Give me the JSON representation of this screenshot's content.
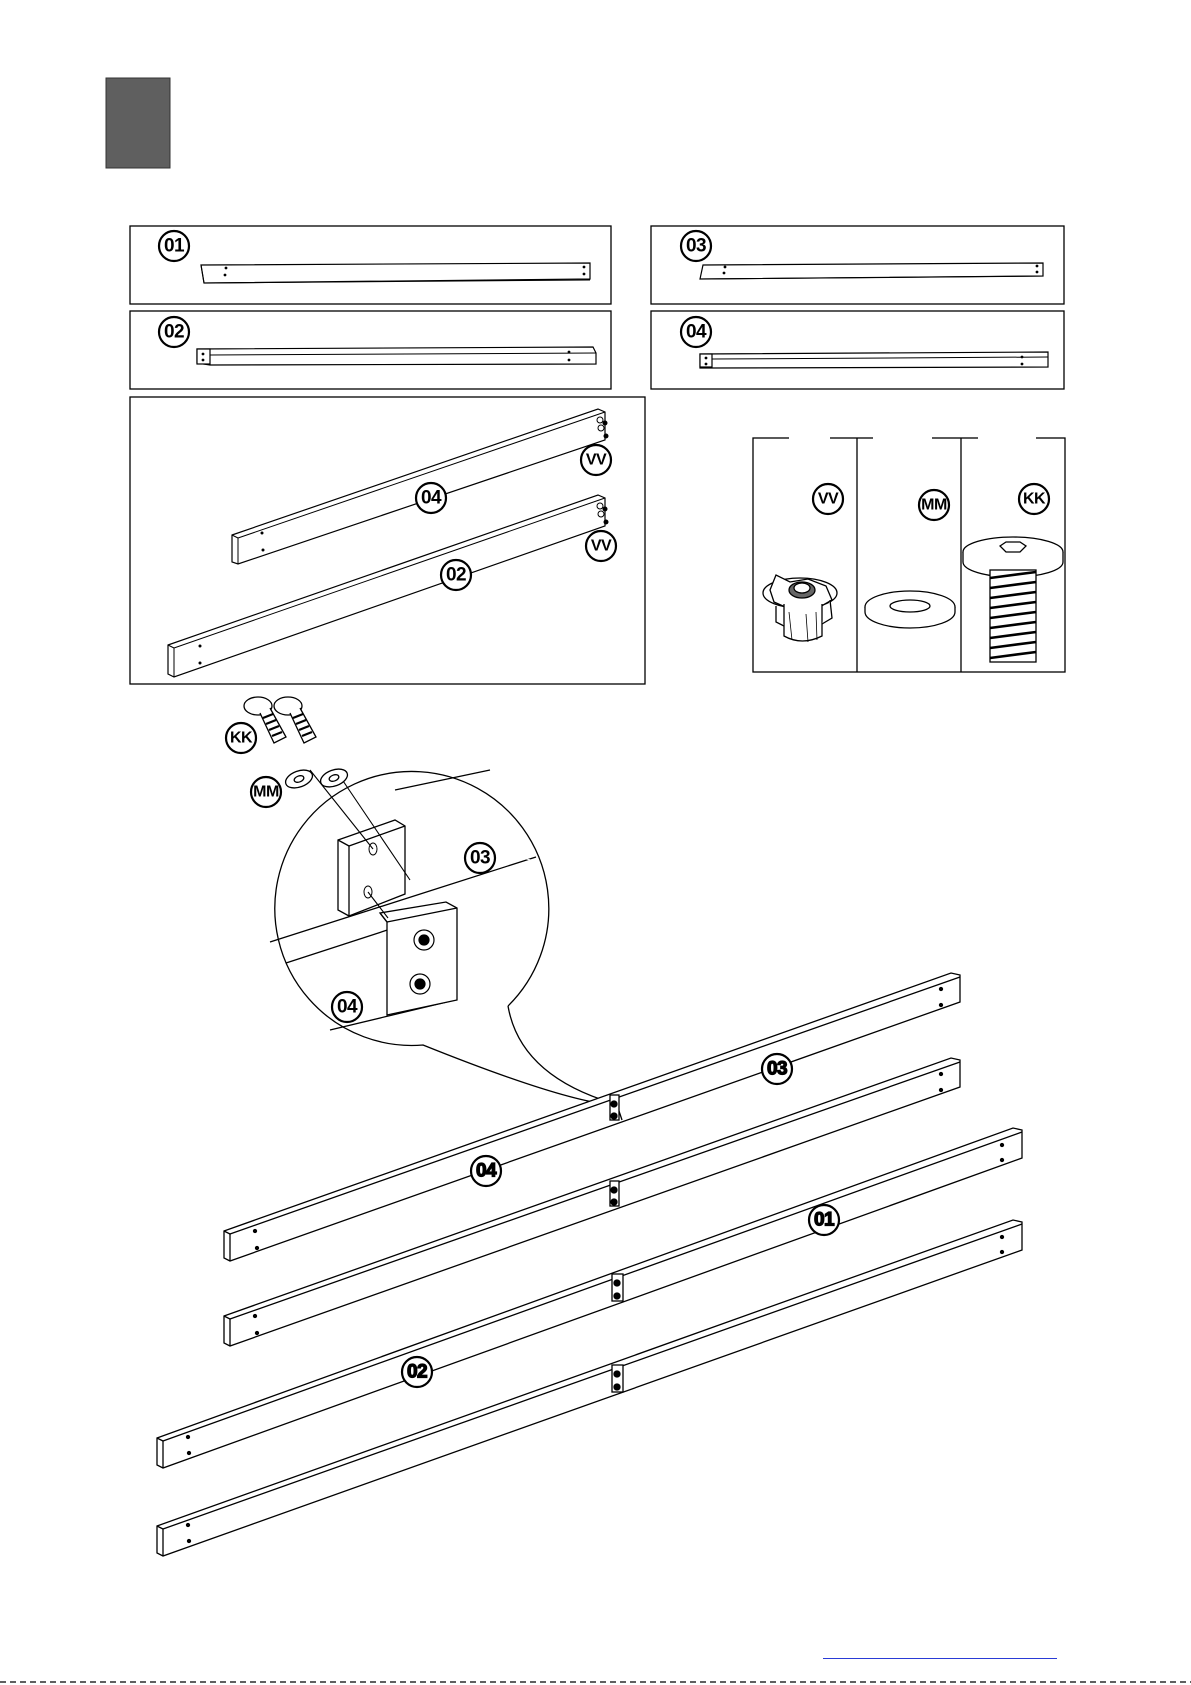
{
  "parts": {
    "p01": "01",
    "p02": "02",
    "p03": "03",
    "p04": "04"
  },
  "hardware": {
    "tee_nut": "VV",
    "washer": "MM",
    "bolt": "KK"
  },
  "colors": {
    "step_marker": "#5f5f5f",
    "line": "#000000",
    "link": "#2a3bd6"
  },
  "icons": {
    "step_marker": "step-number-block",
    "tee_nut": "tee-nut-icon",
    "washer": "washer-icon",
    "bolt": "hex-socket-bolt-icon"
  }
}
